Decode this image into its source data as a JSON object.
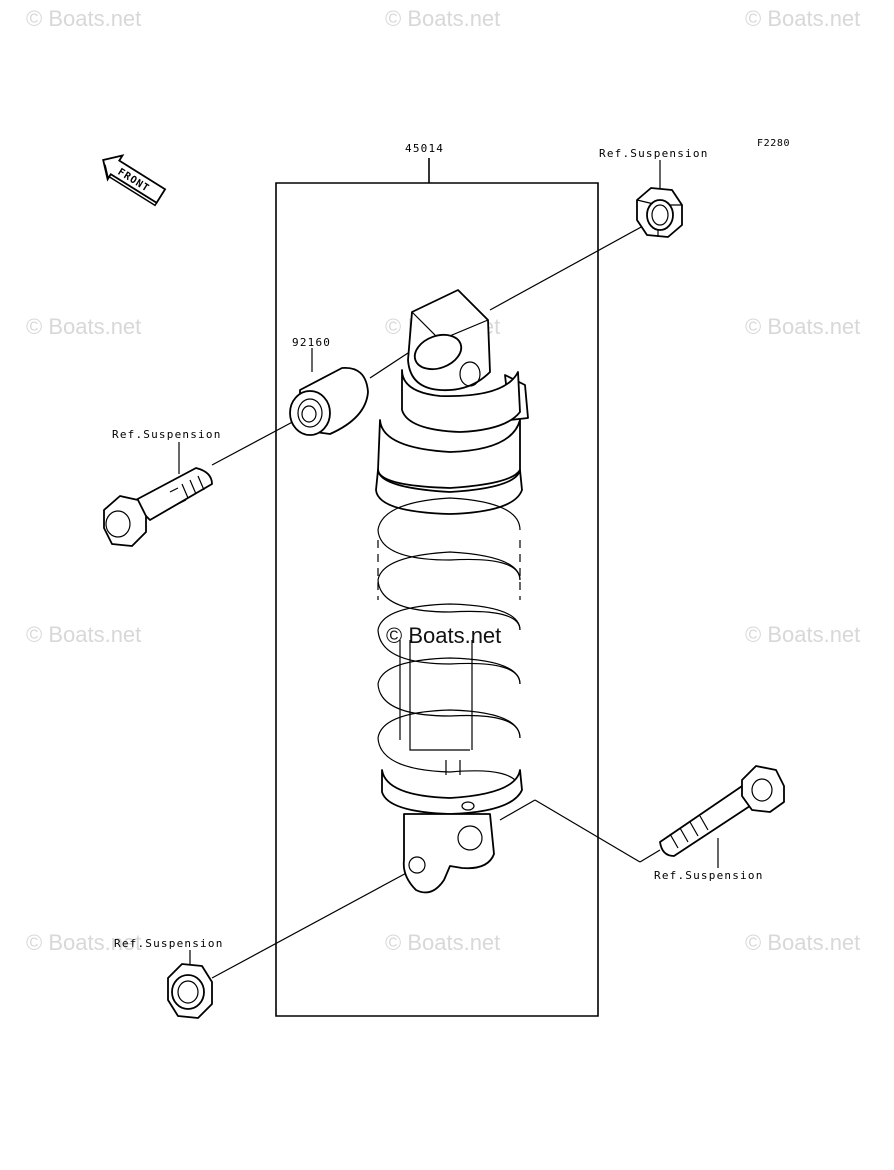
{
  "diagram": {
    "figure_code": "F2280",
    "front_marker": "FRONT",
    "callouts": {
      "shock_absorber": "45014",
      "collar": "92160",
      "ref_top_nut": "Ref.Suspension",
      "ref_upper_bolt": "Ref.Suspension",
      "ref_lower_bolt": "Ref.Suspension",
      "ref_lower_nut": "Ref.Suspension"
    }
  },
  "watermark": {
    "text": "© Boats.net",
    "center_text": "© Boats.net"
  }
}
